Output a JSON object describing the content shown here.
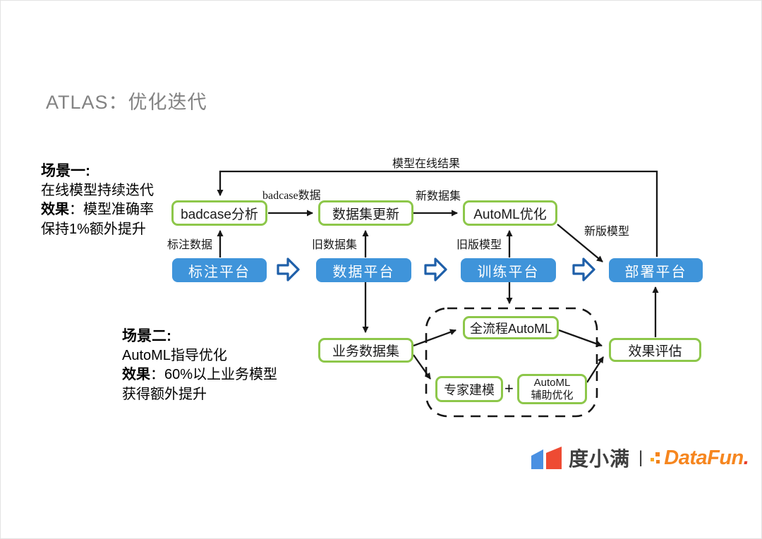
{
  "page": {
    "title": "ATLAS：优化迭代"
  },
  "scenarios": {
    "one": {
      "heading": "场景一:",
      "line1": "在线模型持续迭代",
      "effect_label": "效果",
      "effect_text": "：模型准确率",
      "line3": "保持1%额外提升"
    },
    "two": {
      "heading": "场景二:",
      "line1": "AutoML指导优化",
      "effect_label": "效果",
      "effect_text": "：60%以上业务模型",
      "line3": "获得额外提升"
    }
  },
  "nodes": {
    "badcase_analysis": "badcase分析",
    "dataset_update": "数据集更新",
    "automl_optimize": "AutoML优化",
    "label_platform": "标注平台",
    "data_platform": "数据平台",
    "train_platform": "训练平台",
    "deploy_platform": "部署平台",
    "business_dataset": "业务数据集",
    "full_automl": "全流程AutoML",
    "expert_modeling": "专家建模",
    "plus": "+",
    "automl_assist_line1": "AutoML",
    "automl_assist_line2": "辅助优化",
    "effect_eval": "效果评估"
  },
  "edge_labels": {
    "model_online_result": "模型在线结果",
    "badcase_data": "badcase数据",
    "new_dataset": "新数据集",
    "labeled_data": "标注数据",
    "old_dataset": "旧数据集",
    "old_model": "旧版模型",
    "new_model": "新版模型"
  },
  "logo": {
    "brand": "度小满",
    "separator": "|",
    "partner": "DataFun",
    "dot": "."
  },
  "colors": {
    "green_box_border": "#8DC74A",
    "platform_blue": "#3F94DA",
    "flow_arrow_blue": "#1E5FA9",
    "wire_black": "#161616",
    "logo_orange": "#F6861F",
    "logo_red": "#EE4B33",
    "logo_blue": "#4A90E2"
  }
}
